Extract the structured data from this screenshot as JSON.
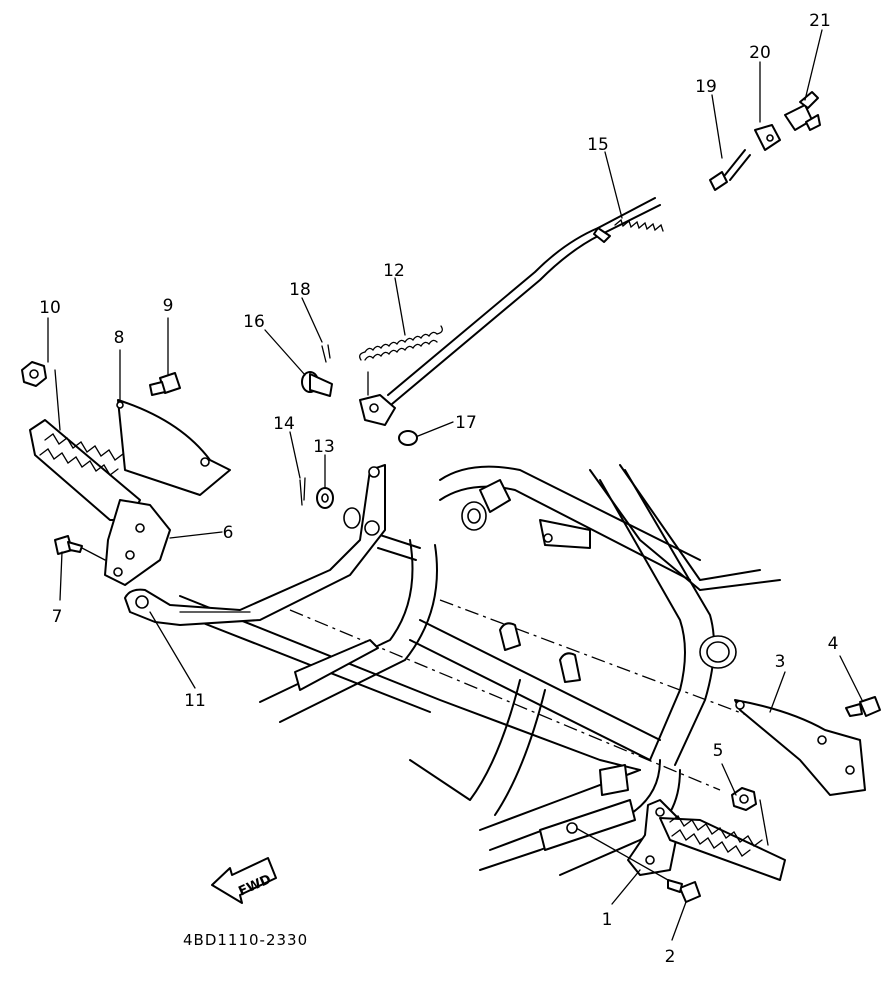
{
  "diagram": {
    "drawing_code": "4BD1110-2330",
    "direction_label": "FWD",
    "callouts": [
      {
        "id": "c1",
        "label": "1"
      },
      {
        "id": "c2",
        "label": "2"
      },
      {
        "id": "c3",
        "label": "3"
      },
      {
        "id": "c4",
        "label": "4"
      },
      {
        "id": "c5",
        "label": "5"
      },
      {
        "id": "c6",
        "label": "6"
      },
      {
        "id": "c7",
        "label": "7"
      },
      {
        "id": "c8",
        "label": "8"
      },
      {
        "id": "c9",
        "label": "9"
      },
      {
        "id": "c10",
        "label": "10"
      },
      {
        "id": "c11",
        "label": "11"
      },
      {
        "id": "c12",
        "label": "12"
      },
      {
        "id": "c13",
        "label": "13"
      },
      {
        "id": "c14",
        "label": "14"
      },
      {
        "id": "c15",
        "label": "15"
      },
      {
        "id": "c16",
        "label": "16"
      },
      {
        "id": "c17",
        "label": "17"
      },
      {
        "id": "c18",
        "label": "18"
      },
      {
        "id": "c19",
        "label": "19"
      },
      {
        "id": "c20",
        "label": "20"
      },
      {
        "id": "c21",
        "label": "21"
      }
    ]
  }
}
